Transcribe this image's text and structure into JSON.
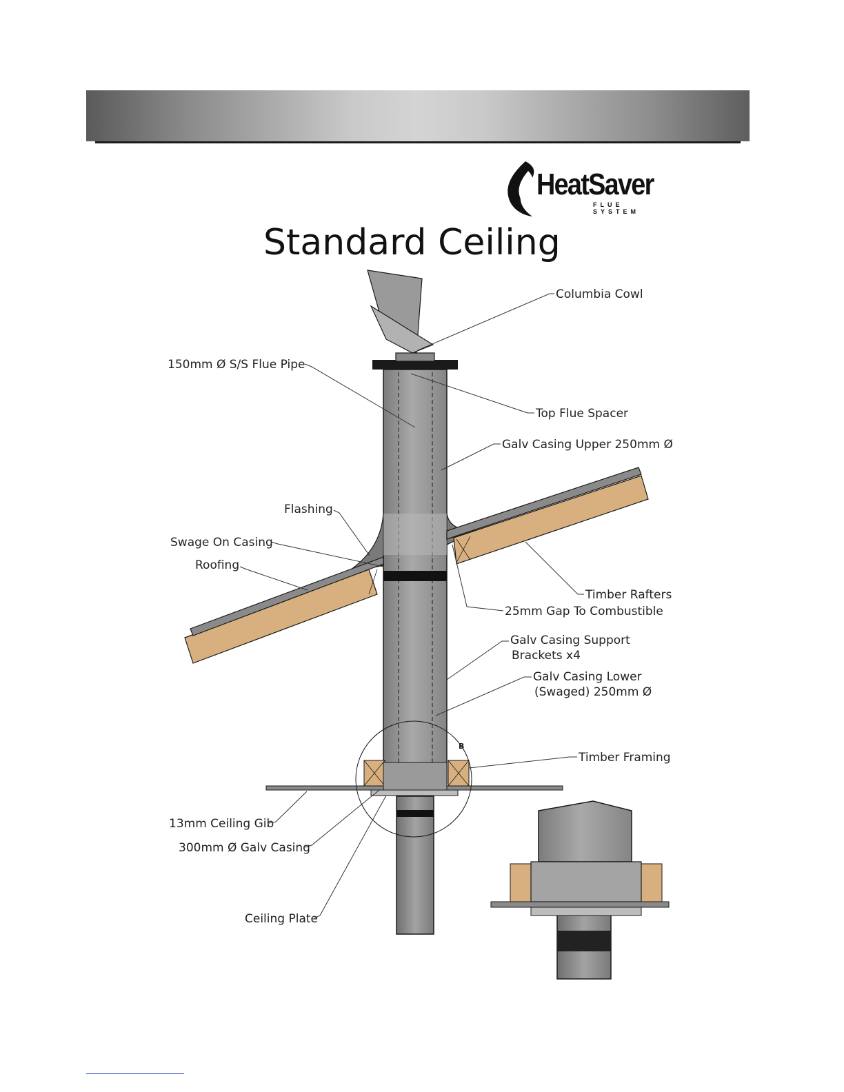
{
  "logo": {
    "wordmark": "HeatSaver",
    "subtitle": "FLUE SYSTEM"
  },
  "page_title": "Standard Ceiling",
  "labels": {
    "columbia_cowl": "Columbia Cowl",
    "flue_pipe": "150mm Ø S/S Flue Pipe",
    "top_flue_spacer": "Top Flue Spacer",
    "galv_casing_upper": "Galv Casing Upper 250mm Ø",
    "flashing": "Flashing",
    "swage_on_casing": "Swage On Casing",
    "roofing": "Roofing",
    "timber_rafters": "Timber Rafters",
    "gap_to_combustible": "25mm Gap To Combustible",
    "support_brackets_line1": "Galv Casing Support",
    "support_brackets_line2": "Brackets x4",
    "casing_lower_line1": "Galv Casing Lower",
    "casing_lower_line2": "(Swaged) 250mm Ø",
    "detail_marker": "B",
    "timber_framing": "Timber Framing",
    "ceiling_gib": "13mm Ceiling Gib",
    "galv_casing_300": "300mm Ø Galv Casing",
    "ceiling_plate": "Ceiling Plate"
  },
  "colors": {
    "casing": "#8f8f8f",
    "timber": "#d8b07f",
    "roofing": "#8a8a8a",
    "outline": "#1a1a1a"
  }
}
